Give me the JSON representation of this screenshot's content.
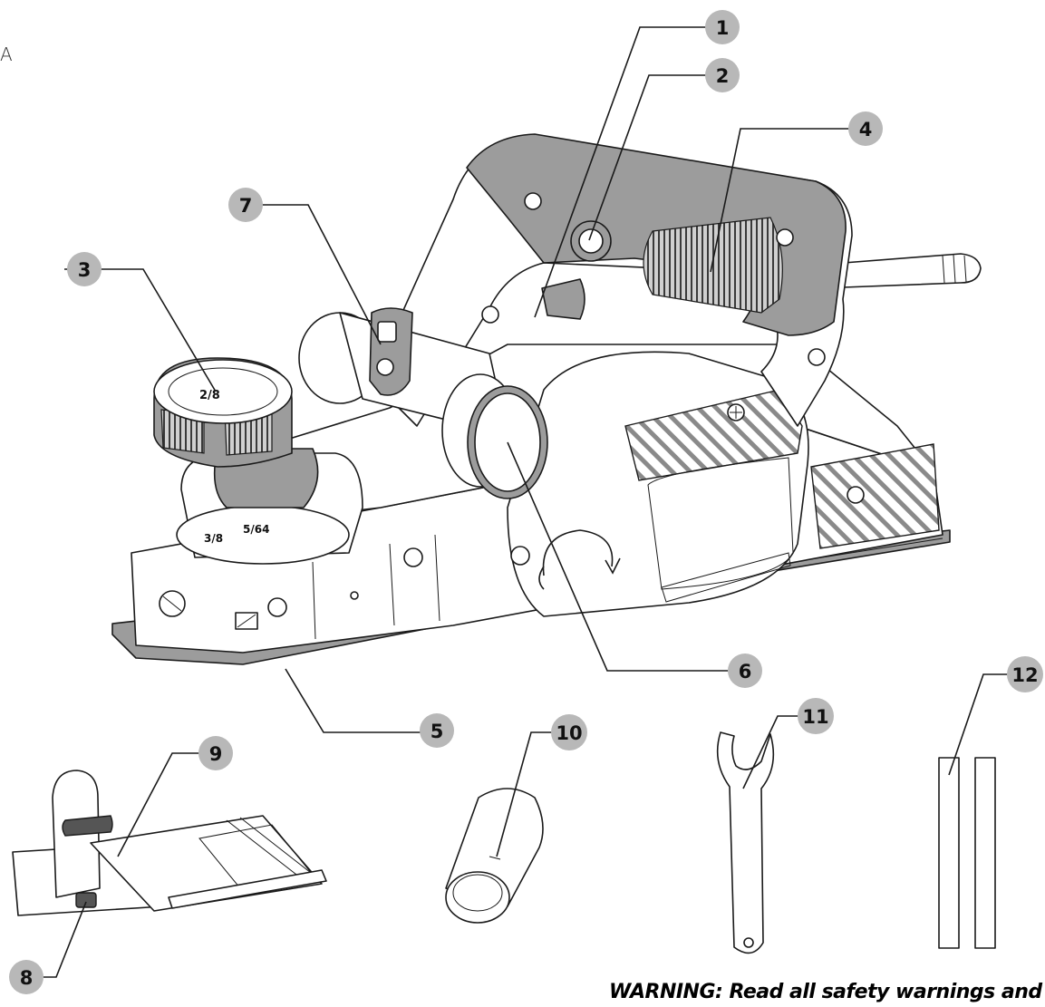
{
  "figure": {
    "corner_letter": "A",
    "warning_text": "WARNING: Read all safety warnings and all"
  },
  "callouts": [
    {
      "id": "1",
      "label": "1"
    },
    {
      "id": "2",
      "label": "2"
    },
    {
      "id": "3",
      "label": "3"
    },
    {
      "id": "4",
      "label": "4"
    },
    {
      "id": "5",
      "label": "5"
    },
    {
      "id": "6",
      "label": "6"
    },
    {
      "id": "7",
      "label": "7"
    },
    {
      "id": "8",
      "label": "8"
    },
    {
      "id": "9",
      "label": "9"
    },
    {
      "id": "10",
      "label": "10"
    },
    {
      "id": "11",
      "label": "11"
    },
    {
      "id": "12",
      "label": "12"
    }
  ],
  "dial_markings": {
    "top": "2/8",
    "scale": [
      "3/8",
      "5/64"
    ]
  },
  "colors": {
    "callout_fill": "#b8b8b8",
    "rubber_grey": "#9c9c9c",
    "line": "#1a1a1a"
  }
}
